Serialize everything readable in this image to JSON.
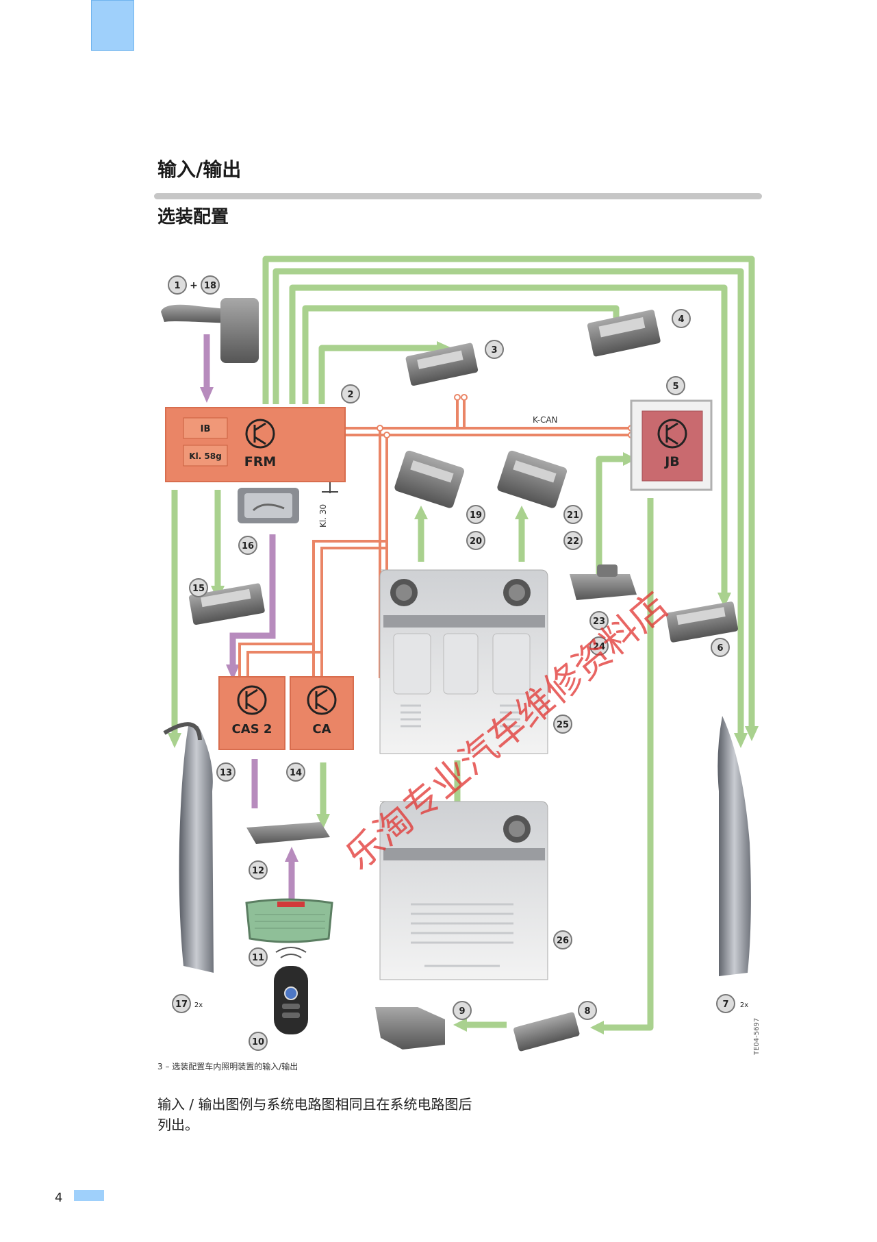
{
  "header": {
    "section_title": "输入/输出",
    "subsection_title": "选装配置"
  },
  "diagram": {
    "bus_label": "K-CAN",
    "terminal_label": "Kl. 30",
    "frm": {
      "name": "FRM",
      "sub1": "IB",
      "sub2": "Kl. 58g"
    },
    "jb": {
      "name": "JB"
    },
    "cas": {
      "name": "CAS 2"
    },
    "ca": {
      "name": "CA"
    },
    "callouts": {
      "c1": "1",
      "c18": "18",
      "c2": "2",
      "c3": "3",
      "c4": "4",
      "c5": "5",
      "c6": "6",
      "c7": "7",
      "c8": "8",
      "c9": "9",
      "c10": "10",
      "c11": "11",
      "c12": "12",
      "c13": "13",
      "c14": "14",
      "c15": "15",
      "c16": "16",
      "c17": "17",
      "c19": "19",
      "c20": "20",
      "c21": "21",
      "c22": "22",
      "c23": "23",
      "c24": "24",
      "c25": "25",
      "c26": "26"
    },
    "plus_sign": "+",
    "multiplier": "2x",
    "figure_code": "TE04-5697",
    "watermark": "乐淘专业汽车维修资料店",
    "colors": {
      "green": "#a9d18e",
      "purple": "#b78bbd",
      "orange": "#ea8566",
      "jb": "#c96a6f"
    }
  },
  "caption": "3 – 选装配置车内照明装置的输入/输出",
  "body_text": "输入 / 输出图例与系统电路图相同且在系统电路图后列出。",
  "footer": {
    "page_number": "4"
  }
}
